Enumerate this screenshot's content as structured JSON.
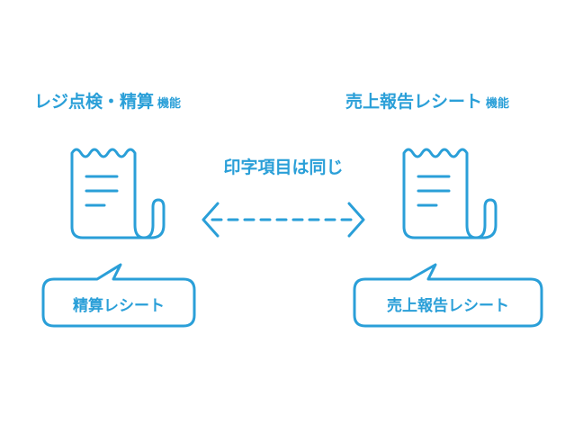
{
  "left": {
    "heading": "レジ点検・精算",
    "heading_suffix": "機能",
    "bubble": "精算レシート"
  },
  "right": {
    "heading": "売上報告レシート",
    "heading_suffix": "機能",
    "bubble": "売上報告レシート"
  },
  "center": {
    "label": "印字項目は同じ"
  },
  "icons": {
    "receipt": "receipt-icon",
    "arrow": "double-arrow-dashed-icon"
  },
  "colors": {
    "accent": "#2a9fd8"
  }
}
